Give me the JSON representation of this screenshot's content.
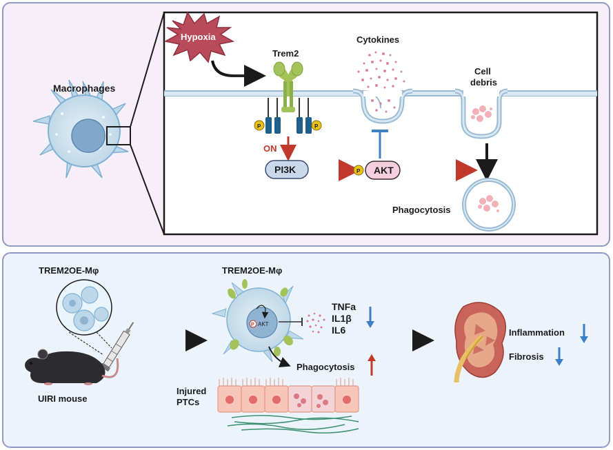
{
  "top": {
    "macrophages_label": "Macrophages",
    "hypoxia_label": "Hypoxia",
    "trem2_label": "Trem2",
    "cytokines_label": "Cytokines",
    "cell_debris_label_line1": "Cell",
    "cell_debris_label_line2": "debris",
    "on_label": "ON",
    "pi3k_label": "PI3K",
    "akt_label": "AKT",
    "phospho_label": "P",
    "phagocytosis_label": "Phagocytosis"
  },
  "bottom": {
    "trem2oe_left_label": "TREM2OE-Mφ",
    "trem2oe_mid_label": "TREM2OE-Mφ",
    "uiri_mouse_label": "UIRI mouse",
    "akt_small_label": "AKT",
    "phospho_small_label": "P",
    "tnfa_label": "TNFa",
    "il1b_label": "IL1β",
    "il6_label": "IL6",
    "phagocytosis_label": "Phagocytosis",
    "injured_label_line1": "Injured",
    "injured_label_line2": "PTCs",
    "inflammation_label": "Inflammation",
    "fibrosis_label": "Fibrosis"
  },
  "colors": {
    "panel_border": "#8e99c4",
    "top_bg": "#f6eef8",
    "bottom_bg": "#ecf3fb",
    "activation_red": "#c0392b",
    "inhibition_blue": "#3d7fc4",
    "trem2_green": "#a2c25a",
    "hypoxia_fill": "#b84a5a"
  }
}
